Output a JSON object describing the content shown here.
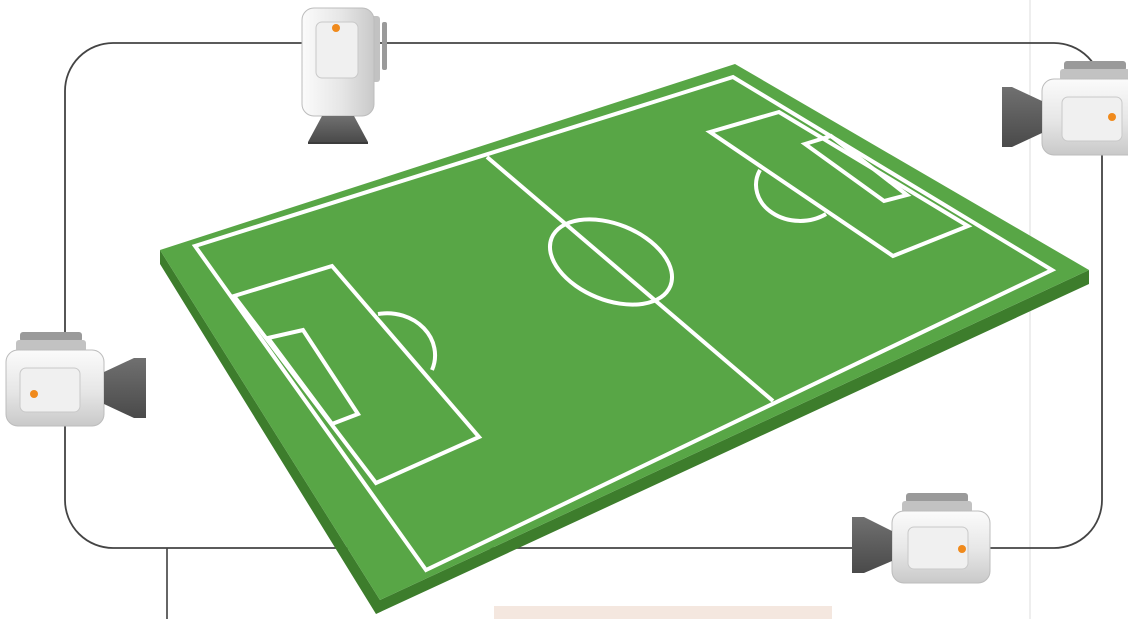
{
  "colors": {
    "background": "#ffffff",
    "track_line": "#444444",
    "pitch_top": "#58a646",
    "pitch_side": "#3d7d2c",
    "pitch_lines": "#ffffff",
    "camera_body": "#e8e8e8",
    "camera_lens": "#5f5f5f",
    "camera_indicator": "#f08a1c",
    "faint_line": "#dcdcdc",
    "bottom_strip": "#f4e7df"
  },
  "icons": {
    "camera": "video-camera-icon",
    "pitch": "soccer-pitch",
    "track": "camera-track-loop"
  },
  "cameras": [
    {
      "position": "top",
      "facing": "down"
    },
    {
      "position": "top-right",
      "facing": "left"
    },
    {
      "position": "left",
      "facing": "right"
    },
    {
      "position": "bottom-right",
      "facing": "left"
    }
  ]
}
